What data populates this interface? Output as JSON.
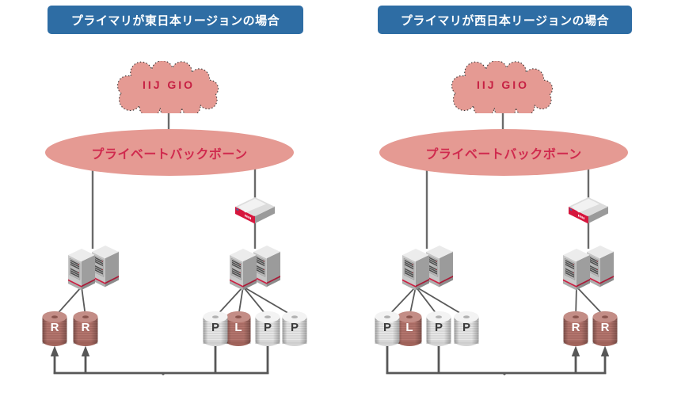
{
  "panels": [
    {
      "title": "プライマリが東日本リージョンの場合",
      "cloud": "IIJ GIO",
      "backbone": "プライベートバックボーン",
      "disks_left": [
        "R",
        "R"
      ],
      "disks_right": [
        "P",
        "L",
        "P",
        "P"
      ]
    },
    {
      "title": "プライマリが西日本リージョンの場合",
      "cloud": "IIJ GIO",
      "backbone": "プライベートバックボーン",
      "disks_left": [
        "P",
        "L",
        "P",
        "P"
      ],
      "disks_right": [
        "R",
        "R"
      ]
    }
  ],
  "icons": {
    "cloud": "iij-gio-cloud",
    "backbone": "private-backbone-ellipse",
    "router": "router-icon",
    "servers": "server-pair-icon",
    "disk": "database-cylinder-icon",
    "arrow": "replication-arrow"
  },
  "colors": {
    "header_bg": "#2e6da4",
    "header_text": "#ffffff",
    "cloud_fill": "#e59a93",
    "cloud_text": "#c62043",
    "backbone_fill": "#e59a93",
    "backbone_text": "#d02a4e",
    "disk_red": "#b5776f",
    "disk_gray": "#e9e9e9",
    "router_red": "#d6163d",
    "line_gray": "#5f5f5f"
  }
}
